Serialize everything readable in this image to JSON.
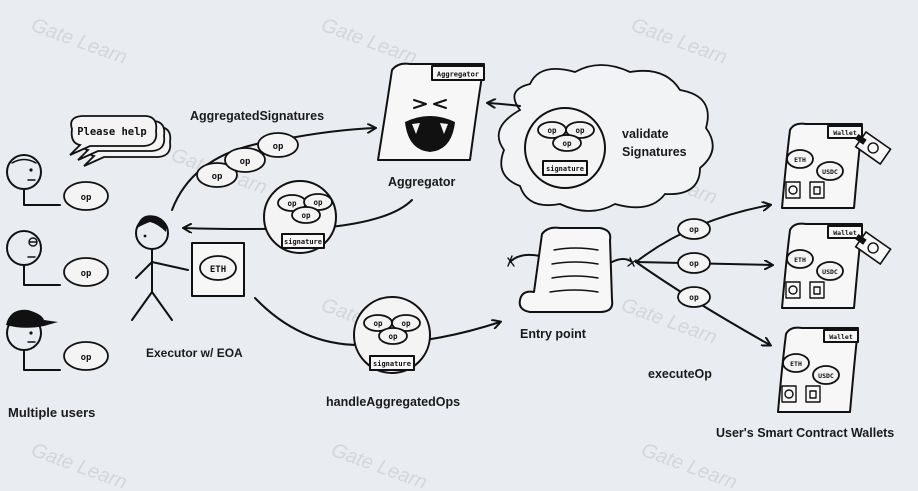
{
  "watermark": "Gate Learn",
  "users": {
    "label": "Multiple users",
    "op_labels": [
      "op",
      "op",
      "op"
    ],
    "speech": "Please help"
  },
  "executor": {
    "label": "Executor w/ EOA",
    "eth": "ETH"
  },
  "aggregated_signatures": {
    "label": "AggregatedSignatures",
    "op_labels": [
      "op",
      "op",
      "op"
    ]
  },
  "aggregator": {
    "label": "Aggregator",
    "tab": "Aggregator"
  },
  "return_bundle": {
    "op_labels": [
      "op",
      "op",
      "op"
    ],
    "signature": "signature"
  },
  "validate": {
    "label_line1": "validate",
    "label_line2": "Signatures",
    "op_labels": [
      "op",
      "op",
      "op"
    ],
    "signature": "signature"
  },
  "handle": {
    "label": "handleAggregatedOps",
    "op_labels": [
      "op",
      "op",
      "op"
    ],
    "signature": "signature"
  },
  "entry_point": {
    "label": "Entry point"
  },
  "execute": {
    "label": "executeOp",
    "op_labels": [
      "op",
      "op",
      "op"
    ]
  },
  "wallets": {
    "label": "User's Smart Contract Wallets",
    "items": [
      {
        "title": "Wallet",
        "eth": "ETH",
        "usdc": "USDC"
      },
      {
        "title": "Wallet",
        "eth": "ETH",
        "usdc": "USDC"
      },
      {
        "title": "Wallet",
        "eth": "ETH",
        "usdc": "USDC"
      }
    ]
  }
}
